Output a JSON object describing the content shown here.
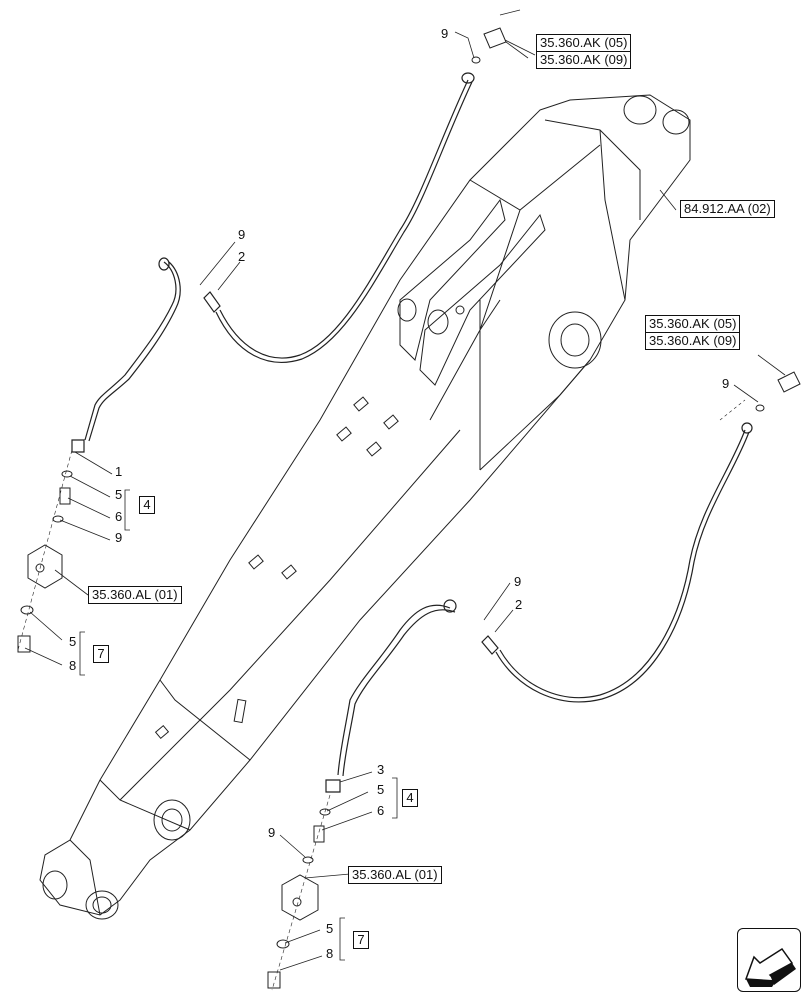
{
  "callouts": {
    "hose_left": "1",
    "elbow_left": "2",
    "hose_right": "3",
    "elbow_right": "2",
    "oring_top_left": "9",
    "oring_top_right": "9",
    "oring_mid_left": "9",
    "oring_mid_right": "9",
    "oring_left_upper": "5",
    "oring_left_lower": "5",
    "adapter_left": "6",
    "oring_left_9": "9",
    "plug_left": "8",
    "oring_right_upper": "5",
    "adapter_right": "6",
    "oring_right_9": "9",
    "oring_right_lower": "5",
    "plug_right": "8"
  },
  "kits": {
    "kit_left_upper": "4",
    "kit_left_lower": "7",
    "kit_right_upper": "4",
    "kit_right_lower": "7"
  },
  "references": {
    "top_right_1": "35.360.AK (05)",
    "top_right_2": "35.360.AK (09)",
    "boom": "84.912.AA (02)",
    "mid_right_1": "35.360.AK (05)",
    "mid_right_2": "35.360.AK (09)",
    "valve_left": "35.360.AL (01)",
    "valve_right": "35.360.AL (01)"
  },
  "icons": {
    "navigation": "arrow-previous-icon"
  }
}
